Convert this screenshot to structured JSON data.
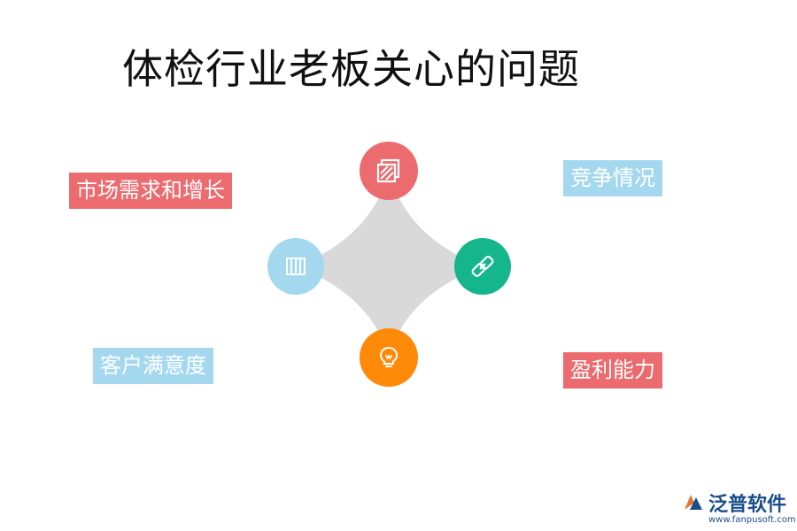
{
  "title": "体检行业老板关心的问题",
  "labels": {
    "market": "市场需求和增长",
    "competition": "竞争情况",
    "satisfaction": "客户满意度",
    "profit": "盈利能力"
  },
  "colors": {
    "red": "#ec6b6f",
    "blue": "#a4d8ef",
    "green": "#15b68b",
    "orange": "#ff8a0a",
    "star": "#d9d9d9"
  },
  "icons": {
    "top": "layers-icon",
    "left": "columns-icon",
    "right": "link-icon",
    "bottom": "lightbulb-icon"
  },
  "logo": {
    "name": "泛普软件",
    "url": "www.fanpusoft.com"
  }
}
